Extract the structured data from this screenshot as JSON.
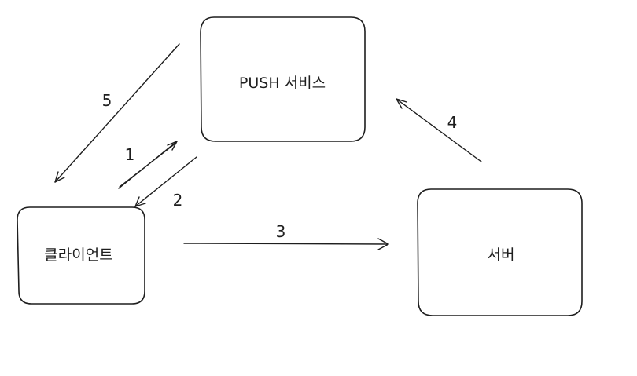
{
  "nodes": {
    "push_service": {
      "label": "PUSH 서비스"
    },
    "client": {
      "label": "클라이언트"
    },
    "server": {
      "label": "서버"
    }
  },
  "edges": [
    {
      "label": "1",
      "from": "client",
      "to": "push_service"
    },
    {
      "label": "2",
      "from": "push_service",
      "to": "client"
    },
    {
      "label": "3",
      "from": "client",
      "to": "server"
    },
    {
      "label": "4",
      "from": "server",
      "to": "push_service"
    },
    {
      "label": "5",
      "from": "push_service",
      "to": "client"
    }
  ]
}
